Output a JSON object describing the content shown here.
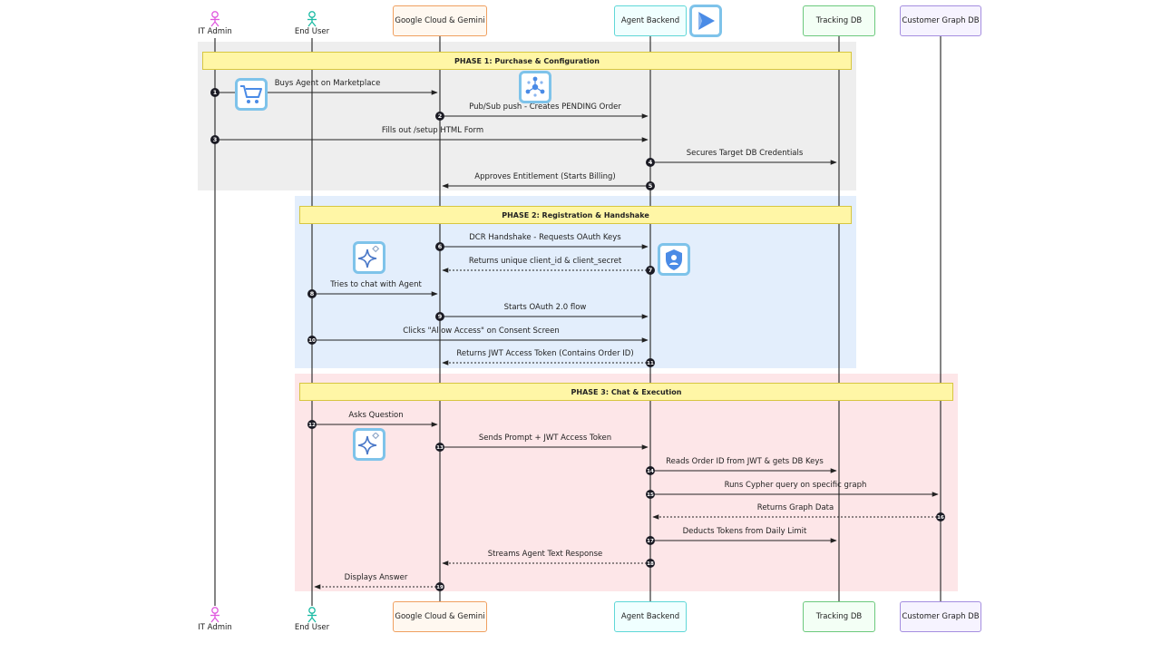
{
  "participants": [
    {
      "id": "admin",
      "label": "IT Admin",
      "kind": "actor",
      "color": "#e05adf"
    },
    {
      "id": "user",
      "label": "End User",
      "kind": "actor",
      "color": "#1cbba4"
    },
    {
      "id": "gcp",
      "label": "Google Cloud & Gemini",
      "kind": "box",
      "color": "#f0a060",
      "fill": "#fff8f0"
    },
    {
      "id": "backend",
      "label": "Agent Backend",
      "kind": "box",
      "color": "#5fd7d7",
      "fill": "#f0ffff"
    },
    {
      "id": "tracking",
      "label": "Tracking DB",
      "kind": "box",
      "color": "#6cc97d",
      "fill": "#f3fff5"
    },
    {
      "id": "graph",
      "label": "Customer Graph DB",
      "kind": "box",
      "color": "#a58ee0",
      "fill": "#f6f3ff"
    }
  ],
  "phases": [
    {
      "title": "PHASE 1: Purchase & Configuration",
      "bg": "#eeeeee"
    },
    {
      "title": "PHASE 2: Registration & Handshake",
      "bg": "#e3eefc"
    },
    {
      "title": "PHASE 3: Chat & Execution",
      "bg": "#fde6e8"
    }
  ],
  "messages": [
    {
      "n": "1",
      "from": "admin",
      "to": "gcp",
      "label": "Buys Agent on Marketplace",
      "dashed": false
    },
    {
      "n": "2",
      "from": "gcp",
      "to": "backend",
      "label": "Pub/Sub push - Creates PENDING Order",
      "dashed": false
    },
    {
      "n": "3",
      "from": "admin",
      "to": "backend",
      "label": "Fills out /setup HTML Form",
      "dashed": false
    },
    {
      "n": "4",
      "from": "backend",
      "to": "tracking",
      "label": "Secures Target DB Credentials",
      "dashed": false
    },
    {
      "n": "5",
      "from": "backend",
      "to": "gcp",
      "label": "Approves Entitlement (Starts Billing)",
      "dashed": false
    },
    {
      "n": "6",
      "from": "gcp",
      "to": "backend",
      "label": "DCR Handshake - Requests OAuth Keys",
      "dashed": false
    },
    {
      "n": "7",
      "from": "backend",
      "to": "gcp",
      "label": "Returns unique client_id & client_secret",
      "dashed": true
    },
    {
      "n": "8",
      "from": "user",
      "to": "gcp",
      "label": "Tries to chat with Agent",
      "dashed": false
    },
    {
      "n": "9",
      "from": "gcp",
      "to": "backend",
      "label": "Starts OAuth 2.0 flow",
      "dashed": false
    },
    {
      "n": "10",
      "from": "user",
      "to": "backend",
      "label": "Clicks \"Allow Access\" on Consent Screen",
      "dashed": false
    },
    {
      "n": "11",
      "from": "backend",
      "to": "gcp",
      "label": "Returns JWT Access Token (Contains Order ID)",
      "dashed": true
    },
    {
      "n": "12",
      "from": "user",
      "to": "gcp",
      "label": "Asks Question",
      "dashed": false
    },
    {
      "n": "13",
      "from": "gcp",
      "to": "backend",
      "label": "Sends Prompt + JWT Access Token",
      "dashed": false
    },
    {
      "n": "14",
      "from": "backend",
      "to": "tracking",
      "label": "Reads Order ID from JWT & gets DB Keys",
      "dashed": false
    },
    {
      "n": "15",
      "from": "backend",
      "to": "graph",
      "label": "Runs Cypher query on specific graph",
      "dashed": false
    },
    {
      "n": "16",
      "from": "graph",
      "to": "backend",
      "label": "Returns Graph Data",
      "dashed": true
    },
    {
      "n": "17",
      "from": "backend",
      "to": "tracking",
      "label": "Deducts Tokens from Daily Limit",
      "dashed": false
    },
    {
      "n": "18",
      "from": "backend",
      "to": "gcp",
      "label": "Streams Agent Text Response",
      "dashed": true
    },
    {
      "n": "19",
      "from": "gcp",
      "to": "user",
      "label": "Displays Answer",
      "dashed": true
    }
  ],
  "icons": [
    {
      "name": "cart-icon"
    },
    {
      "name": "pubsub-icon"
    },
    {
      "name": "agent-play-icon"
    },
    {
      "name": "gemini-sparkle-icon"
    },
    {
      "name": "shield-user-icon"
    },
    {
      "name": "gemini-sparkle-icon"
    }
  ]
}
